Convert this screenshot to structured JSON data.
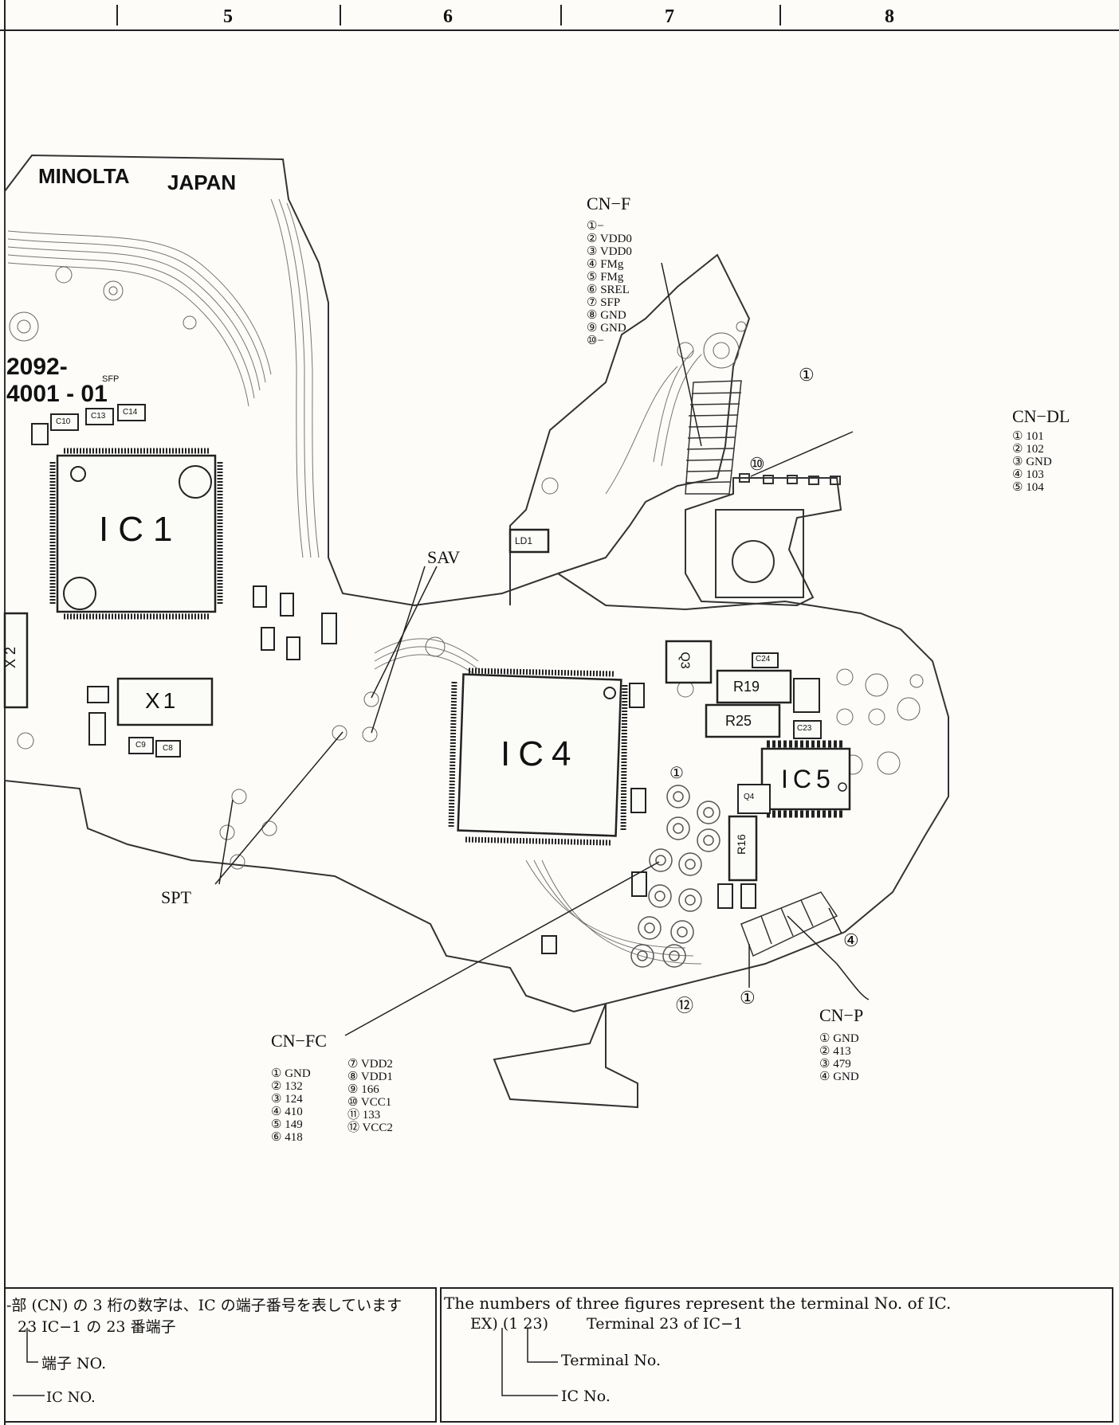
{
  "zones": [
    "5",
    "6",
    "7",
    "8"
  ],
  "board": {
    "maker": "MINOLTA",
    "country": "JAPAN",
    "part_line1": "2092-",
    "part_line2": "4001 - 01",
    "small_sfp": "SFP"
  },
  "components": {
    "ic1": "IC1",
    "ic4": "IC4",
    "ic5": "IC5",
    "x1": "X1",
    "x2": "X 2",
    "r19": "R19",
    "r25": "R25",
    "r16": "R16",
    "q3": "Q3",
    "q4": "Q4",
    "ld1": "LD1",
    "c23": "C23",
    "c24": "C24",
    "c9": "C9",
    "c8": "C8",
    "c10": "C10",
    "c13": "C13",
    "c14": "C14"
  },
  "connectors": {
    "cnf": {
      "title": "CN−F",
      "pins": [
        "①−",
        "② VDD0",
        "③ VDD0",
        "④ FMg",
        "⑤ FMg",
        "⑥ SREL",
        "⑦ SFP",
        "⑧ GND",
        "⑨ GND",
        "⑩−"
      ],
      "marker_first": "①",
      "marker_last": "⑩"
    },
    "cndl": {
      "title": "CN−DL",
      "pins": [
        "① 101",
        "② 102",
        "③ GND",
        "④ 103",
        "⑤ 104"
      ]
    },
    "cnfc": {
      "title": "CN−FC",
      "pins_col1": [
        "① GND",
        "② 132",
        "③ 124",
        "④ 410",
        "⑤ 149",
        "⑥ 418"
      ],
      "pins_col2": [
        "⑦ VDD2",
        "⑧ VDD1",
        "⑨ 166",
        "⑩ VCC1",
        "⑪ 133",
        "⑫ VCC2"
      ],
      "marker_first": "①",
      "marker_last": "⑫"
    },
    "cnp": {
      "title": "CN−P",
      "pins": [
        "① GND",
        "② 413",
        "③ 479",
        "④ GND"
      ],
      "marker_first": "①",
      "marker_last": "④"
    }
  },
  "signals": {
    "sav": "SAV",
    "spt": "SPT"
  },
  "notes": {
    "jp_line": "-部 (CN) の 3 桁の数字は、IC の端子番号を表しています",
    "jp_ex": "23  IC−1 の 23 番端子",
    "jp_term": "端子 NO.",
    "jp_ic": "IC NO.",
    "en_line": "The numbers of three figures represent the terminal No. of IC.",
    "en_ex_prefix": "EX) (1 23)",
    "en_ex_desc": "Terminal 23 of IC−1",
    "en_term": "Terminal No.",
    "en_ic": "IC No."
  }
}
